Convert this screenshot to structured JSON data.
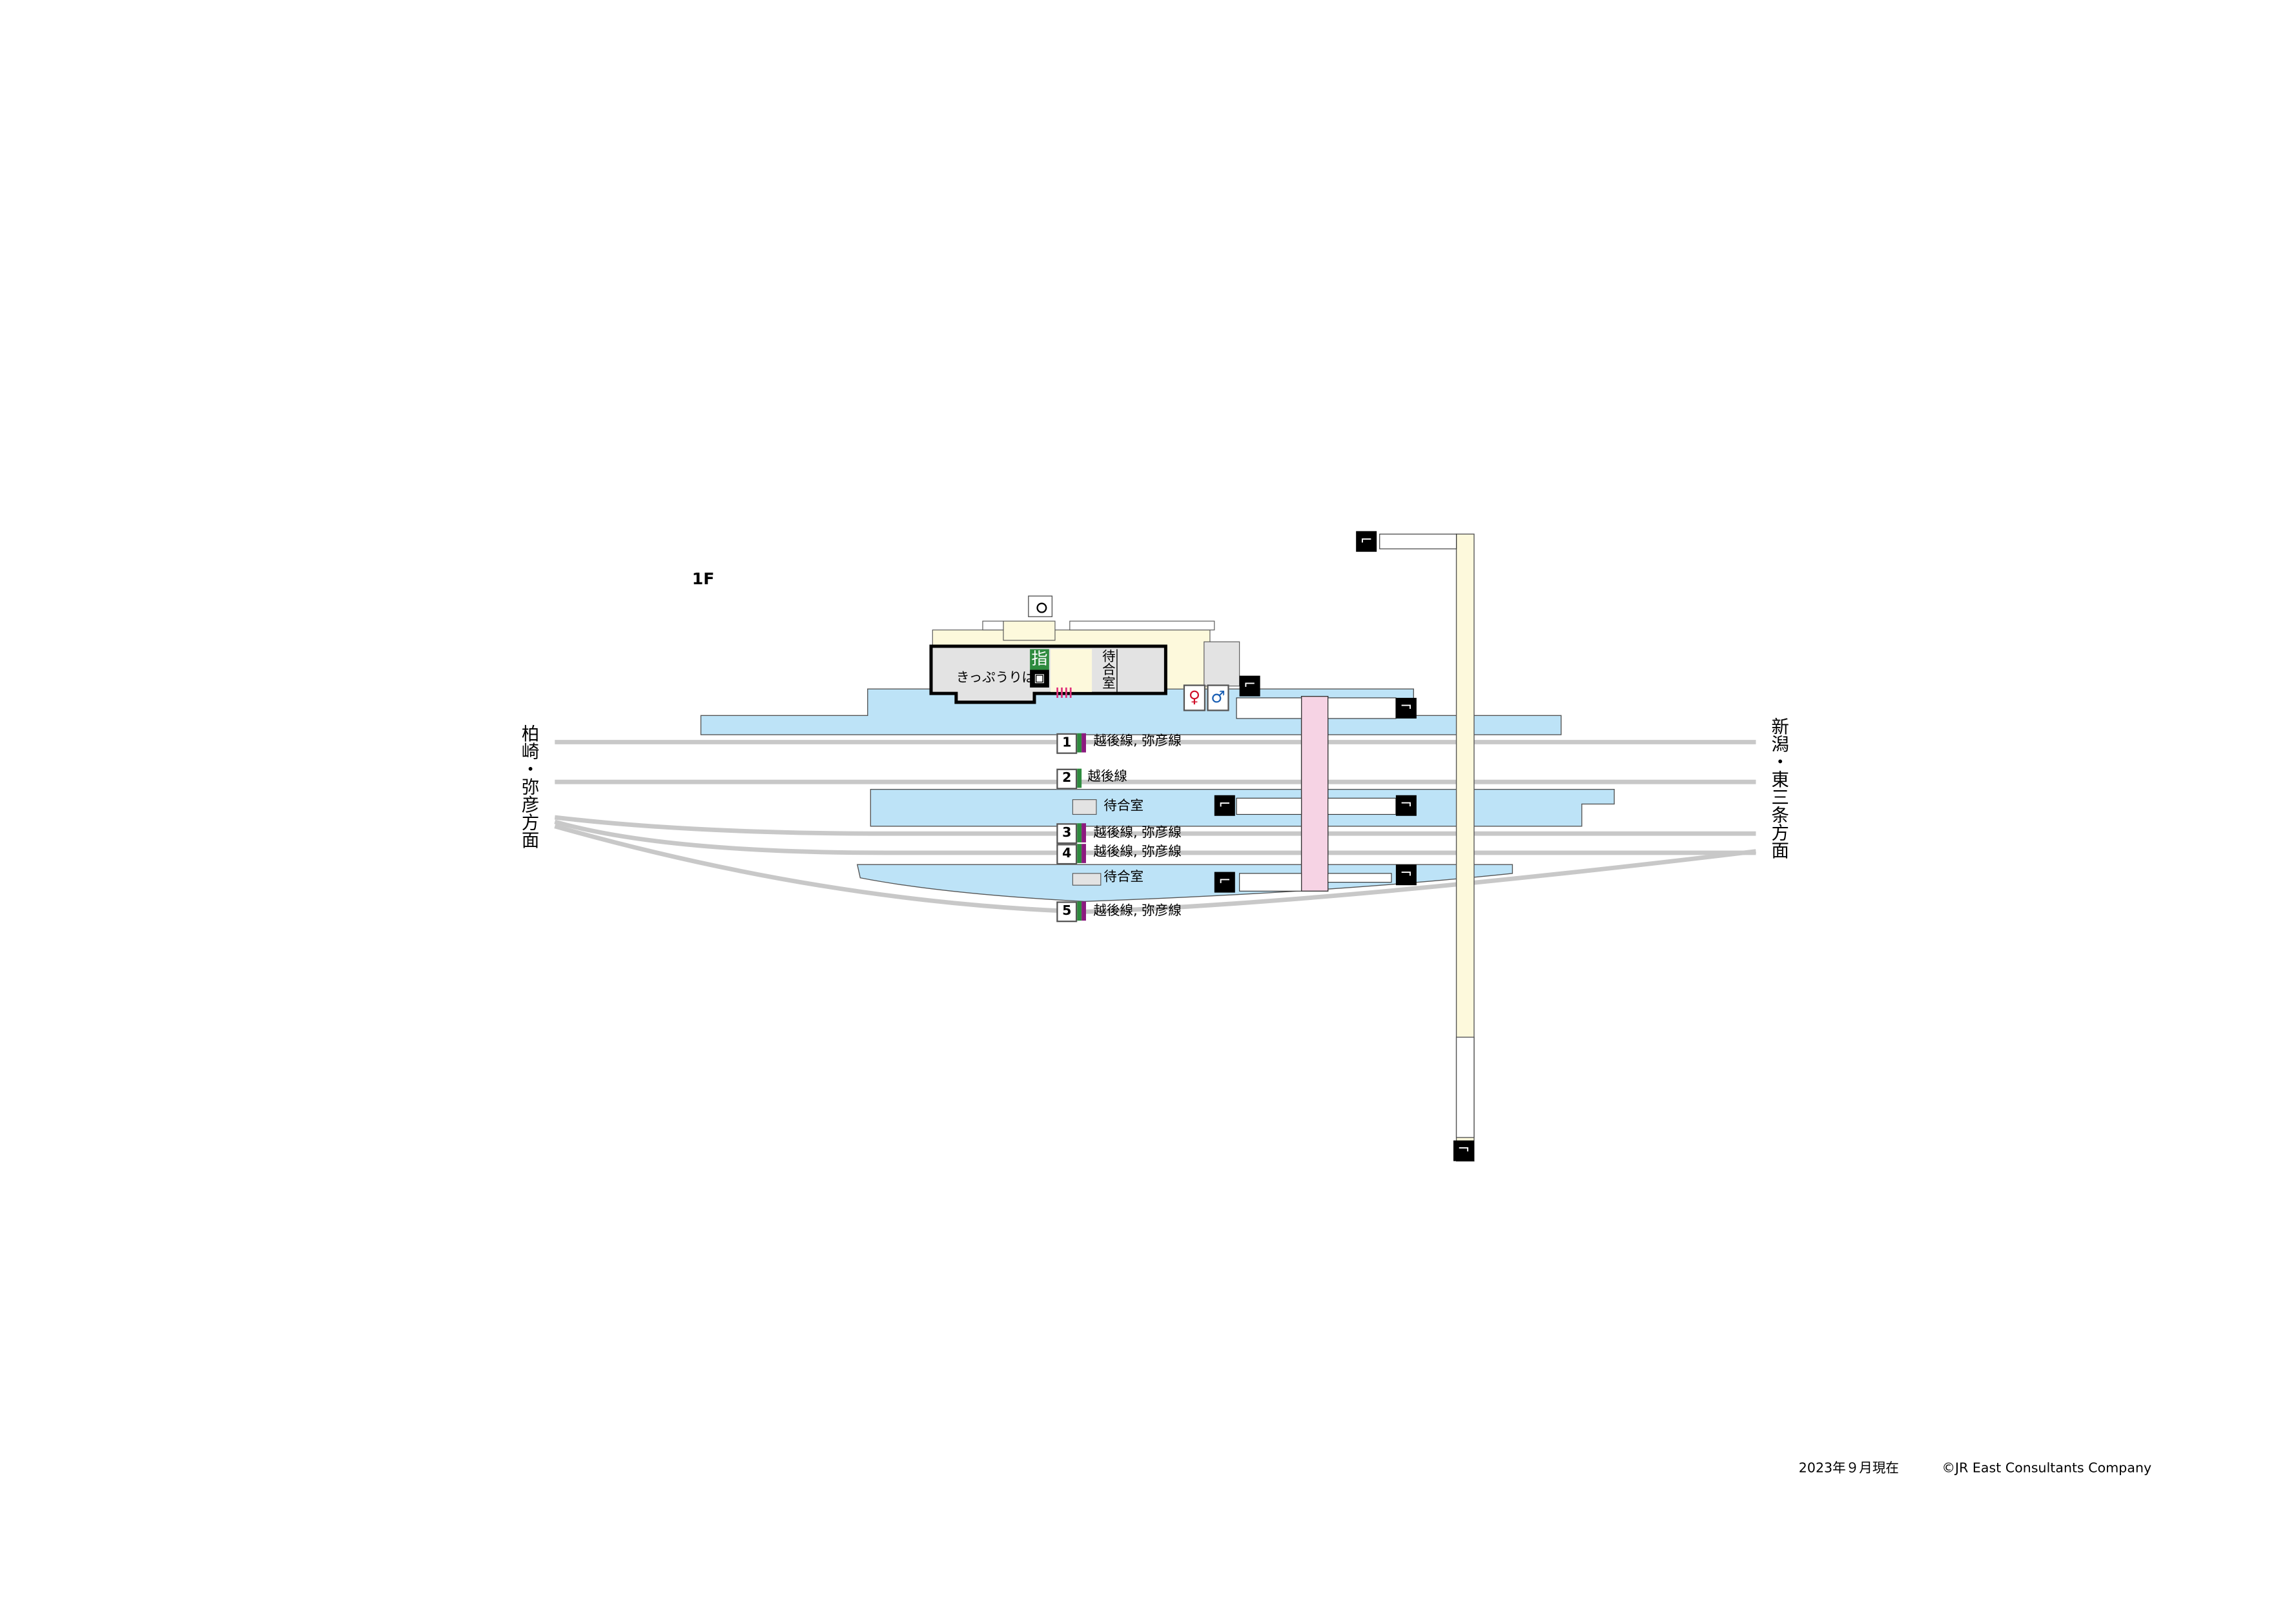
{
  "floor_label": "1F",
  "directions": {
    "left": "柏崎・弥彦方面",
    "right": "新潟・東三条方面"
  },
  "station": {
    "ticket_office": "きっぷうりば",
    "reserved_seat_icon": "指",
    "waiting_room": "待合室"
  },
  "platforms": [
    {
      "number": "1",
      "lines": "越後線, 弥彦線",
      "colors": [
        "#2e8b3e",
        "#8b1a7f"
      ]
    },
    {
      "number": "2",
      "lines": "越後線",
      "colors": [
        "#2e8b3e"
      ]
    },
    {
      "number": "3",
      "lines": "越後線, 弥彦線",
      "colors": [
        "#2e8b3e",
        "#8b1a7f"
      ]
    },
    {
      "number": "4",
      "lines": "越後線, 弥彦線",
      "colors": [
        "#2e8b3e",
        "#8b1a7f"
      ]
    },
    {
      "number": "5",
      "lines": "越後線, 弥彦線",
      "colors": [
        "#2e8b3e",
        "#8b1a7f"
      ]
    }
  ],
  "waiting_rooms": [
    "待合室",
    "待合室"
  ],
  "footer": {
    "date": "2023年９月現在",
    "copyright": "©JR East Consultants Company"
  },
  "colors": {
    "platform": "#bde3f7",
    "concourse": "#fdf9dc",
    "bridge": "#f6d3e4",
    "track": "#c8c8c8",
    "room": "#e3e3e3"
  }
}
